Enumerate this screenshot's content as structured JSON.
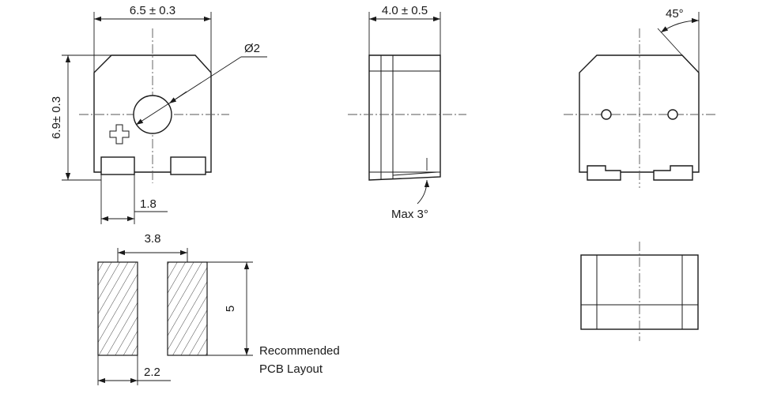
{
  "dimensions": {
    "width_top": "6.5 ± 0.3",
    "height_left": "6.9± 0.3",
    "hole_diameter": "Ø2",
    "pad_spacing_top": "1.8",
    "side_width": "4.0 ± 0.5",
    "max_angle": "Max 3°",
    "chamfer_angle": "45°",
    "pcb_pad_pitch": "3.8",
    "pcb_pad_height": "5",
    "pcb_pad_width": "2.2"
  },
  "notes": {
    "pcb_line1": "Recommended",
    "pcb_line2": "PCB Layout"
  }
}
